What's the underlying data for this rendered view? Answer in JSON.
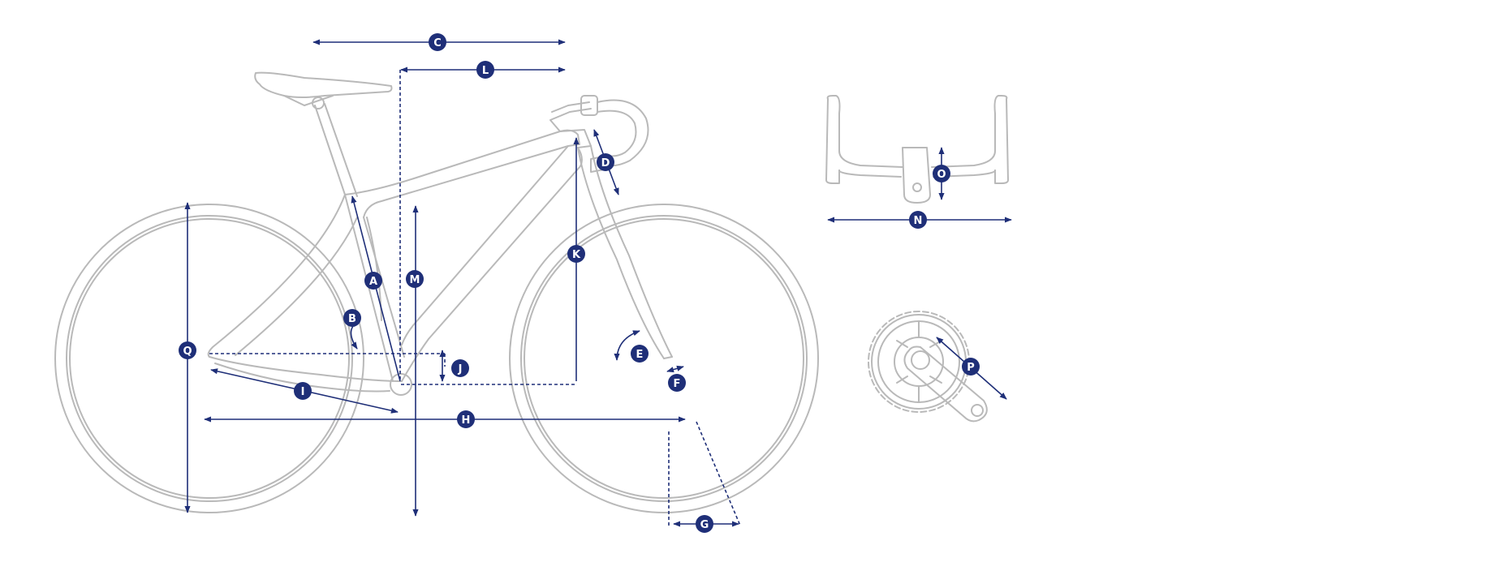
{
  "colors": {
    "outline": "#b9b9b9",
    "dimension": "#1f2f78",
    "marker_text": "#ffffff",
    "background": "#ffffff"
  },
  "markers": {
    "A": "A",
    "B": "B",
    "C": "C",
    "D": "D",
    "E": "E",
    "F": "F",
    "G": "G",
    "H": "H",
    "I": "I",
    "J": "J",
    "K": "K",
    "L": "L",
    "M": "M",
    "N": "N",
    "O": "O",
    "P": "P",
    "Q": "Q"
  },
  "icons": {
    "bicycle": "bicycle-side-view-icon",
    "handlebar": "drop-handlebar-front-view-icon",
    "crankset": "crankset-chainring-icon"
  }
}
